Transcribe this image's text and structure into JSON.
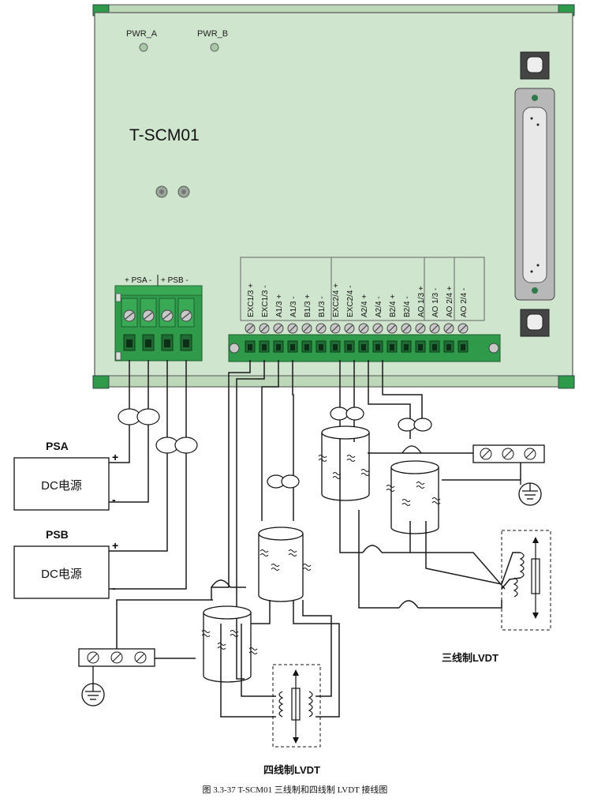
{
  "module": {
    "title": "T-SCM01",
    "led_labels": [
      "PWR_A",
      "PWR_B"
    ],
    "power_group_labels": [
      "+ PSA -",
      "+ PSB -"
    ]
  },
  "terminals": [
    "EXC1/3 +",
    "EXC1/3 -",
    "A1/3 +",
    "A1/3 -",
    "B1/3 +",
    "B1/3 -",
    "EXC2/4 +",
    "EXC2/4 -",
    "A2/4 +",
    "A2/4 -",
    "B2/4 +",
    "B2/4 -",
    "AO 1/3 +",
    "AO 1/3 -",
    "AO 2/4 +",
    "AO 2/4 -"
  ],
  "power": [
    {
      "name": "PSA",
      "box": "DC电源",
      "plus": "+",
      "minus": "-"
    },
    {
      "name": "PSB",
      "box": "DC电源",
      "plus": "+",
      "minus": "-"
    }
  ],
  "labels": {
    "three_wire": "三线制LVDT",
    "four_wire": "四线制LVDT"
  },
  "caption": "图 3.3-37 T-SCM01 三线制和四线制 LVDT 接线图",
  "colors": {
    "module_body": "#cfe5cd",
    "terminal_green": "#2f9a4a",
    "outline": "#1a1a1a"
  }
}
